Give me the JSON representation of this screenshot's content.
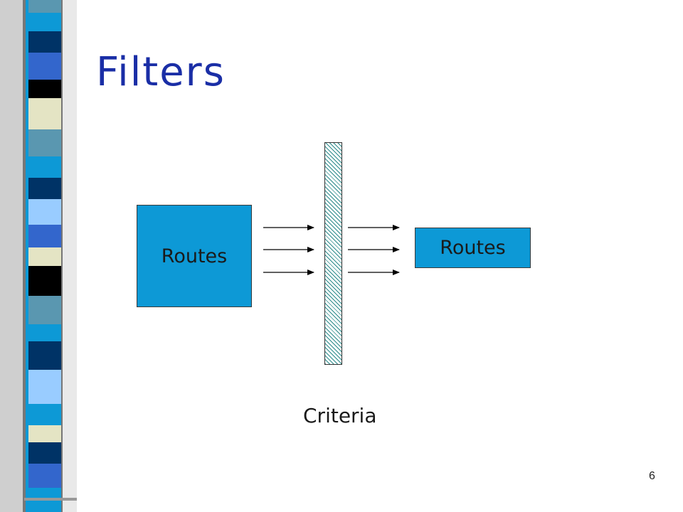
{
  "slide": {
    "title": "Filters",
    "page_number": "6"
  },
  "diagram": {
    "input_label": "Routes",
    "output_label": "Routes",
    "filter_label": "Criteria"
  },
  "colors": {
    "title": "#1a2ea6",
    "box_fill": "#0d99d6",
    "band_palette": [
      "#0d99d6",
      "#003366",
      "#3366cc",
      "#5a97b0",
      "#000000",
      "#e4e4c4",
      "#99ccff"
    ]
  }
}
